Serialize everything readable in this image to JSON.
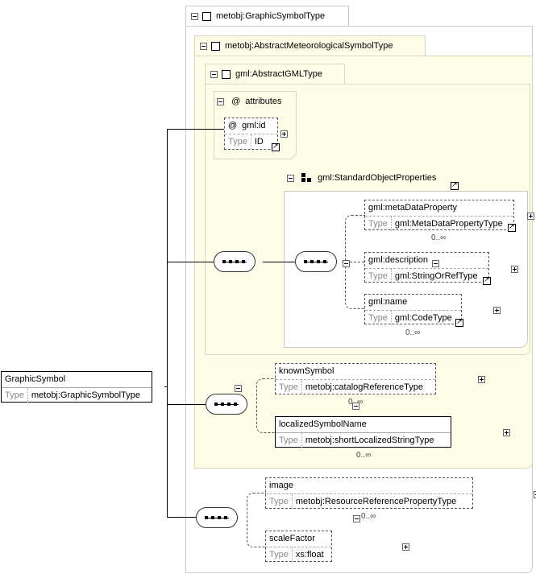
{
  "root": {
    "name": "GraphicSymbol",
    "type_label": "Type",
    "type_value": "metobj:GraphicSymbolType"
  },
  "groups": {
    "graphic_symbol_type": "metobj:GraphicSymbolType",
    "abstract_met_symbol_type": "metobj:AbstractMeteorologicalSymbolType",
    "abstract_gml_type": "gml:AbstractGMLType",
    "attributes": "attributes",
    "attributes_at": "@",
    "standard_object_properties": "gml:StandardObjectProperties"
  },
  "elements": {
    "gml_id": {
      "at": "@",
      "name": "gml:id",
      "type_label": "Type",
      "type_value": "ID"
    },
    "meta_data_property": {
      "name": "gml:metaDataProperty",
      "type_label": "Type",
      "type_value": "gml:MetaDataPropertyType",
      "card": "0..∞"
    },
    "description": {
      "name": "gml:description",
      "type_label": "Type",
      "type_value": "gml:StringOrRefType"
    },
    "gml_name": {
      "name": "gml:name",
      "type_label": "Type",
      "type_value": "gml:CodeType",
      "card": "0..∞"
    },
    "known_symbol": {
      "name": "knownSymbol",
      "type_label": "Type",
      "type_value": "metobj:catalogReferenceType",
      "card": "0..∞"
    },
    "localized_symbol_name": {
      "name": "localizedSymbolName",
      "type_label": "Type",
      "type_value": "metobj:shortLocalizedStringType",
      "card": "0..∞"
    },
    "image": {
      "name": "image",
      "type_label": "Type",
      "type_value": "metobj:ResourceReferencePropertyType",
      "card": "0..∞"
    },
    "scale_factor": {
      "name": "scaleFactor",
      "type_label": "Type",
      "type_value": "xs:float"
    }
  },
  "icons": [
    "collapse-icon",
    "expand-icon",
    "sequence-icon",
    "reference-arrow-icon",
    "attribute-at-icon",
    "complex-type-icon",
    "attribute-group-icon"
  ]
}
